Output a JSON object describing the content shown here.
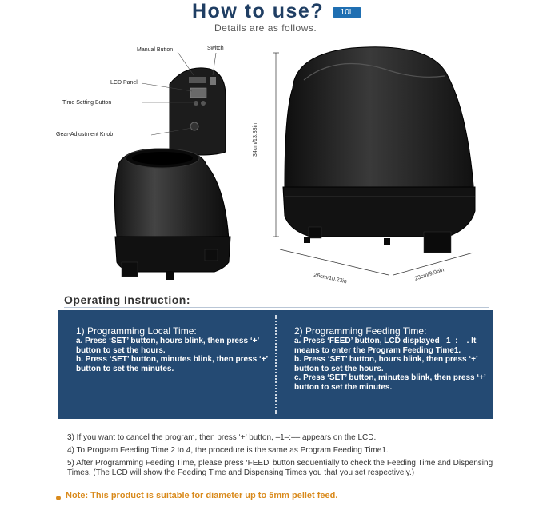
{
  "header": {
    "title": "How to use?",
    "badge": "10L",
    "subtitle": "Details are as follows."
  },
  "callouts": {
    "manual_button": "Manual Button",
    "switch": "Switch",
    "lcd_panel": "LCD Panel",
    "time_setting_button": "Time Setting Button",
    "gear_adjustment_knob": "Gear-Adjustment Knob"
  },
  "dimensions": {
    "height": "34cm/13.38in",
    "width": "26cm/10.23in",
    "depth": "23cm/9.06in"
  },
  "operating": {
    "title": "Operating Instruction:",
    "panel1": {
      "title": "1) Programming Local Time:",
      "lines": [
        "a. Press ‘SET’ button, hours blink, then press ‘+’ button to set the hours.",
        "b. Press ‘SET’ button, minutes blink, then press ‘+’ button to set the minutes."
      ]
    },
    "panel2": {
      "title": "2) Programming Feeding Time:",
      "lines": [
        "a. Press ‘FEED’ button, LCD displayed –1–:––. It means to enter the Program Feeding Time1.",
        "b. Press ‘SET’ button, hours blink, then press ‘+’ button to set the hours.",
        "c. Press ‘SET’ button, minutes blink, then press ‘+’ button to set the minutes."
      ]
    }
  },
  "steps": [
    "3) If you want to cancel the program, then press ‘+’ button, –1–:–– appears on the LCD.",
    "4) To Program Feeding Time 2 to 4, the procedure is the same as Program Feeding Time1.",
    "5) After Programming Feeding Time, please press ‘FEED’ button sequentially to check the Feeding Time and Dispensing Times. (The LCD will show the Feeding Time and Dispensing Times you that you set respectively.)"
  ],
  "note": "Note: This product is suitable for diameter up to 5mm pellet feed.",
  "colors": {
    "panel": "#244a73",
    "title": "#1f3e63",
    "note": "#d98a1c",
    "product": "#1b1b1b"
  }
}
